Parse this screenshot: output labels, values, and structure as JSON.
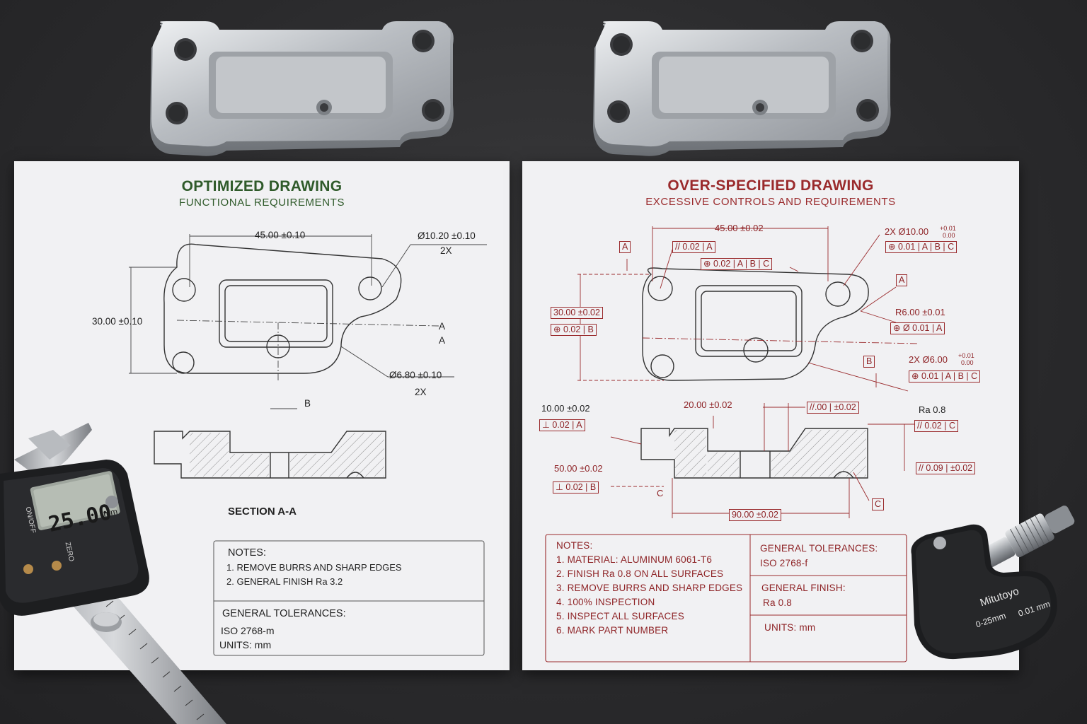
{
  "left_sheet": {
    "title": "OPTIMIZED DRAWING",
    "subtitle": "FUNCTIONAL REQUIREMENTS",
    "dims": {
      "width": "45.00 ±0.10",
      "hole_large": "Ø10.20 ±0.10",
      "hole_large_qty": "2X",
      "height": "30.00 ±0.10",
      "datum_a1": "A",
      "datum_a2": "A",
      "hole_small": "Ø6.80 ±0.10",
      "hole_small_qty": "2X",
      "datum_b": "B"
    },
    "section_label": "SECTION A-A",
    "notes_heading": "NOTES:",
    "notes": [
      "1. REMOVE BURRS AND SHARP EDGES",
      "2. GENERAL FINISH Ra 3.2"
    ],
    "tolerances_heading": "GENERAL TOLERANCES:",
    "tolerances_value": "ISO 2768-m",
    "units": "UNITS: mm"
  },
  "right_sheet": {
    "title": "OVER-SPECIFIED DRAWING",
    "subtitle": "EXCESSIVE CONTROLS AND REQUIREMENTS",
    "dims": {
      "width": "45.00 ±0.02",
      "hole_large": "2X Ø10.00",
      "hole_large_tol_upper": "+0.01",
      "hole_large_tol_lower": "0.00",
      "fcf_hole_large": "⊕ 0.01 | A | B | C",
      "datum_a_top": "A",
      "parallel_top": "// 0.02 | A",
      "position_top": "⊕ 0.02 | A | B | C",
      "datum_a_right": "A",
      "height": "30.00 ±0.02",
      "fcf_height": "⊕ 0.02 | B",
      "radius": "R6.00 ±0.01",
      "fcf_radius": "⊕ Ø 0.01 | A",
      "datum_b": "B",
      "hole_small": "2X Ø6.00",
      "hole_small_tol_upper": "+0.01",
      "hole_small_tol_lower": "0.00",
      "fcf_hole_small": "⊕ 0.01 | A | B | C",
      "step_depth": "10.00 ±0.02",
      "fcf_step": "⊥ 0.02 | A",
      "pocket": "20.00 ±0.02",
      "parallel_mid": "//.00 | ±0.02",
      "finish": "Ra 0.8",
      "fcf_finish": "// 0.02 | C",
      "fcf_side": "// 0.09 | ±0.02",
      "base_width": "50.00 ±0.02",
      "fcf_base": "⊥ 0.02 | B",
      "datum_c_left": "C",
      "datum_c_right": "C",
      "bottom_width": "90.00 ±0.02"
    },
    "notes_heading": "NOTES:",
    "notes": [
      "1. MATERIAL: ALUMINUM 6061-T6",
      "2. FINISH Ra 0.8 ON ALL SURFACES",
      "3. REMOVE BURRS AND SHARP EDGES",
      "4. 100% INSPECTION",
      "5. INSPECT ALL SURFACES",
      "6. MARK PART NUMBER"
    ],
    "tolerances_heading": "GENERAL TOLERANCES:",
    "tolerances_value": "ISO 2768-f",
    "finish_heading": "GENERAL FINISH:",
    "finish_value": "Ra 0.8",
    "units": "UNITS: mm"
  },
  "caliper": {
    "reading": "25.00",
    "unit": "mm",
    "button_on": "ON/OFF",
    "button_zero": "ZERO"
  },
  "micrometer": {
    "brand": "Mitutoyo",
    "range": "0-25mm",
    "resolution": "0.01 mm"
  },
  "colors": {
    "optimized_accent": "#2f5a2a",
    "overspecified_accent": "#9a2a2c",
    "aluminum": "#c9ccd0",
    "table": "#2b2b2d"
  }
}
